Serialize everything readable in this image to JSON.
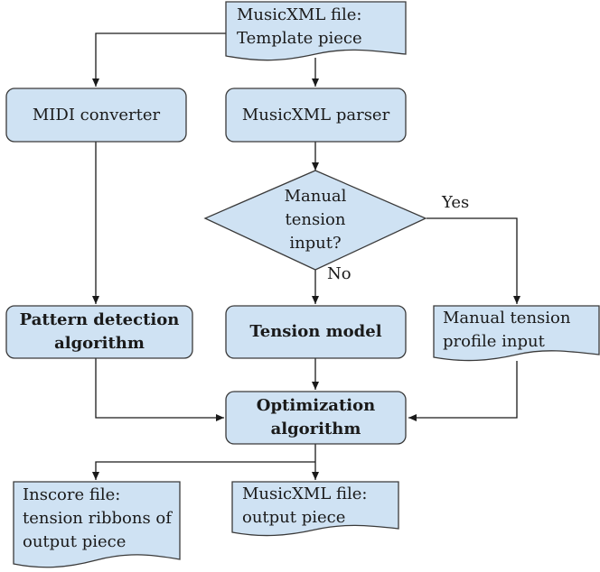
{
  "nodes": {
    "musicxml_template": "MusicXML file:\nTemplate piece",
    "midi_converter": "MIDI converter",
    "musicxml_parser": "MusicXML parser",
    "manual_tension_decision": "Manual\ntension\ninput?",
    "pattern_detection": "Pattern detection\nalgorithm",
    "tension_model": "Tension model",
    "manual_tension_profile": "Manual tension\nprofile input",
    "optimization": "Optimization\nalgorithm",
    "inscore_file": "Inscore file:\ntension ribbons of\noutput  piece",
    "musicxml_output": "MusicXML file:\noutput piece"
  },
  "edge_labels": {
    "yes": "Yes",
    "no": "No"
  },
  "colors": {
    "fill": "#cfe2f3",
    "stroke": "#3a3a3a",
    "line": "#1a1a1a"
  }
}
